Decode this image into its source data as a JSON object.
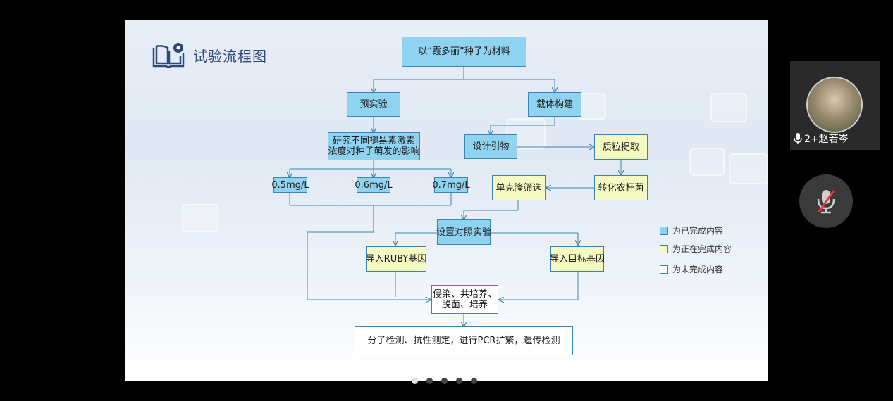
{
  "slide": {
    "title": "试验流程图",
    "nodes": {
      "material": "以“霞多丽”种子为材料",
      "pre_exp": "预实验",
      "vector": "载体构建",
      "study_line1": "研究不同褪黑素激素",
      "study_line2": "浓度对种子萌发的影响",
      "primer": "设计引物",
      "plasmid": "质粒提取",
      "c05": "0.5mg/L",
      "c06": "0.6mg/L",
      "c07": "0.7mg/L",
      "clone": "单克隆筛选",
      "agro": "转化农杆菌",
      "control": "设置对照实验",
      "ruby": "导入RUBY基因",
      "target": "导入目标基因",
      "infect_line1": "侵染、共培养、",
      "infect_line2": "脱菌、培养",
      "detect": "分子检测、抗性测定，进行PCR扩繁，遗传检测"
    },
    "legend": [
      {
        "label": "为已完成内容",
        "color": "#8fd3f1"
      },
      {
        "label": "为正在完成内容",
        "color": "#f5f9c2"
      },
      {
        "label": "为未完成内容",
        "color": "#ffffff"
      }
    ]
  },
  "pager": {
    "total": 5,
    "active": 1
  },
  "participant": {
    "name": "2+赵若岑",
    "icons": [
      "mic-icon",
      "muted-mic-icon"
    ]
  }
}
